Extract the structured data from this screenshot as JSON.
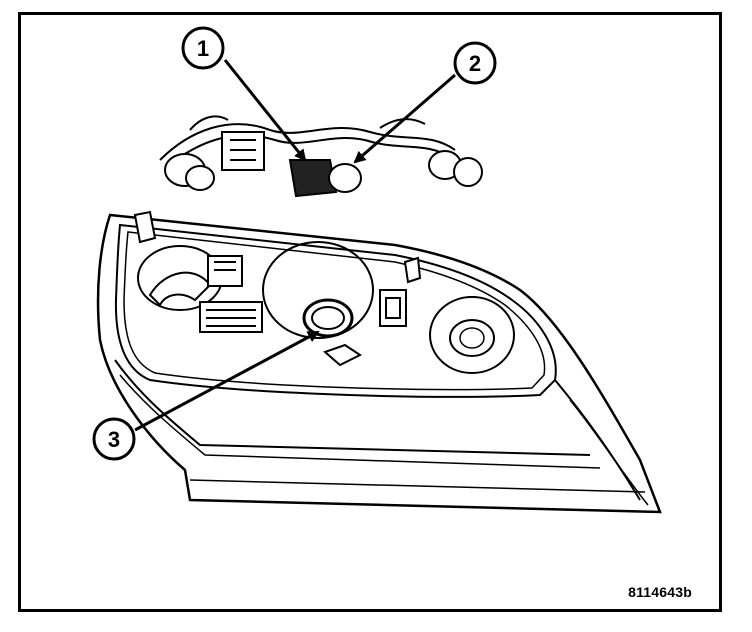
{
  "callouts": [
    {
      "label": "1"
    },
    {
      "label": "2"
    },
    {
      "label": "3"
    }
  ],
  "figure_id": "8114643b"
}
